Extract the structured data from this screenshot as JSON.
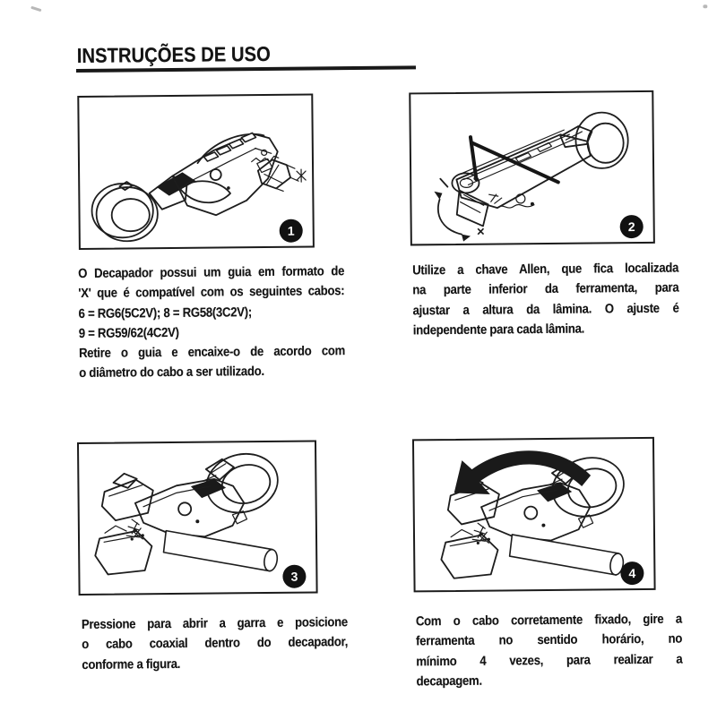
{
  "title": "INSTRUÇÕES DE USO",
  "colors": {
    "ink": "#1a1a1a",
    "paper": "#ffffff"
  },
  "panels": [
    {
      "number": "1",
      "illustration": "decapador-com-guia-x-removido",
      "caption_lines": [
        "O Decapador possui um guia em formato de",
        "'X' que é compatível com os seguintes cabos:",
        "6 = RG6(5C2V); 8 = RG58(3C2V);",
        "9 = RG59/62(4C2V)",
        "Retire o guia e encaixe-o de acordo com",
        "o diâmetro do cabo a ser utilizado."
      ]
    },
    {
      "number": "2",
      "illustration": "ajuste-da-lamina-com-chave-allen",
      "x_mark": "×",
      "caption_lines": [
        "Utilize a chave Allen, que fica localizada",
        "na parte inferior da ferramenta, para",
        "ajustar a altura da lâmina. O ajuste é",
        "independente para cada lâmina."
      ]
    },
    {
      "number": "3",
      "illustration": "cabo-coaxial-posicionado-no-decapador",
      "caption_lines": [
        "Pressione para abrir a garra e posicione",
        "o cabo coaxial dentro do decapador,",
        "conforme a figura."
      ]
    },
    {
      "number": "4",
      "illustration": "girar-ferramenta-sentido-horario",
      "caption_lines": [
        "Com o cabo corretamente fixado, gire a",
        "ferramenta no sentido horário, no",
        "mínimo 4 vezes, para realizar a",
        "decapagem."
      ]
    }
  ]
}
